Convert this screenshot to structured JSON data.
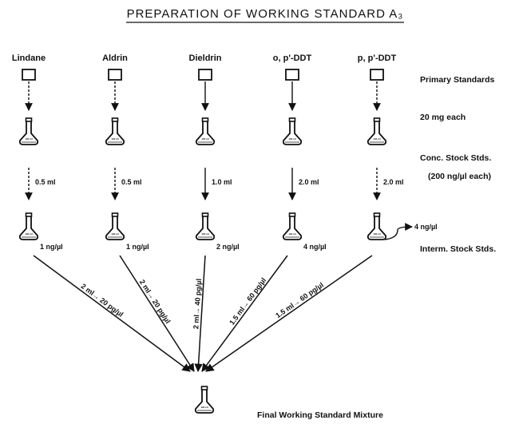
{
  "title": "PREPARATION OF WORKING STANDARD A₃",
  "pesticides": [
    {
      "name": "Lindane",
      "conc_volume": "0.5 ml",
      "interm_conc": "1 ng/µl",
      "final_transfer": "2 ml→ 20 pg/µl"
    },
    {
      "name": "Aldrin",
      "conc_volume": "0.5 ml",
      "interm_conc": "1 ng/µl",
      "final_transfer": "2 ml→ 20 pg/µl"
    },
    {
      "name": "Dieldrin",
      "conc_volume": "1.0 ml",
      "interm_conc": "2 ng/µl",
      "final_transfer": "2 ml→ 40 pg/µl"
    },
    {
      "name": "o, p'-DDT",
      "conc_volume": "2.0 ml",
      "interm_conc": "4 ng/µl",
      "final_transfer": "1.5 ml→ 60 pg/µl"
    },
    {
      "name": "p, p'-DDT",
      "conc_volume": "2.0 ml",
      "interm_conc": "4 ng/µl",
      "final_transfer": "1.5 ml→ 60 pg/µl"
    }
  ],
  "side_labels": {
    "primary": "Primary Standards",
    "amount": "20 mg each",
    "conc_stock": "Conc. Stock Stds.",
    "conc_stock_note": "(200 ng/µl each)",
    "interm_stock": "Interm. Stock Stds.",
    "final": "Final Working Standard Mixture"
  },
  "flask_mark": "100 ml"
}
